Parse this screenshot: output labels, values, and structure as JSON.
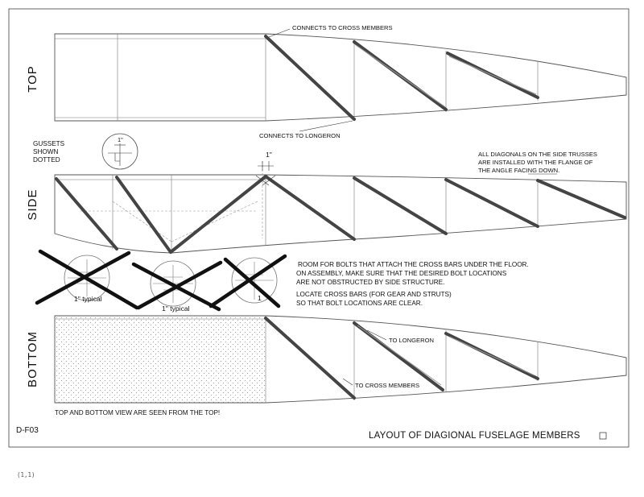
{
  "views": {
    "top": "TOP",
    "side": "SIDE",
    "bottom": "BOTTOM"
  },
  "callouts": {
    "connects_cross": "CONNECTS TO CROSS MEMBERS",
    "connects_longeron": "CONNECTS TO LONGERON",
    "gussets_line1": "GUSSETS",
    "gussets_line2": "SHOWN",
    "gussets_line3": "DOTTED",
    "dim_1in": "1\"",
    "dim_1in_small": "1\"",
    "side_note_1": "ALL DIAGONALS ON THE SIDE TRUSSES",
    "side_note_2": "ARE INSTALLED WITH THE FLANGE OF",
    "side_note_3": "THE ANGLE FACING DOWN.",
    "room_note_1": "ROOM FOR BOLTS THAT ATTACH THE CROSS BARS UNDER THE FLOOR.",
    "room_note_2": "ON ASSEMBLY, MAKE SURE THAT THE DESIRED BOLT LOCATIONS",
    "room_note_3": "ARE NOT OBSTRUCTED BY SIDE STRUCTURE.",
    "locate_note_1": "LOCATE CROSS BARS (FOR GEAR AND STRUTS)",
    "locate_note_2": "SO THAT BOLT LOCATIONS ARE CLEAR.",
    "typical_1": "1\" typical",
    "typical_2": "1\" typical",
    "typical_3": "1",
    "to_longeron": "TO LONGERON",
    "to_cross": "TO CROSS MEMBERS",
    "view_note": "TOP AND BOTTOM VIEW ARE SEEN FROM THE TOP!"
  },
  "title_block": {
    "code": "D-F03",
    "title": "LAYOUT OF DIAGIONAL FUSELAGE MEMBERS"
  },
  "footer": {
    "coords": "(1,1)"
  }
}
